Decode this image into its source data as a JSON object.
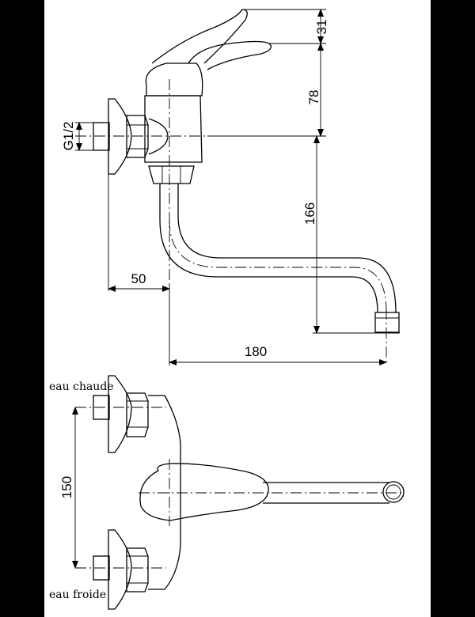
{
  "drawing": {
    "dimensions": {
      "handle_height": "31",
      "body_height": "78",
      "spout_drop": "166",
      "thread": "G1/2",
      "wall_offset": "50",
      "spout_reach": "180",
      "inlet_spacing": "150"
    },
    "labels": {
      "hot_water": "eau chaude",
      "cold_water": "eau froide"
    }
  }
}
